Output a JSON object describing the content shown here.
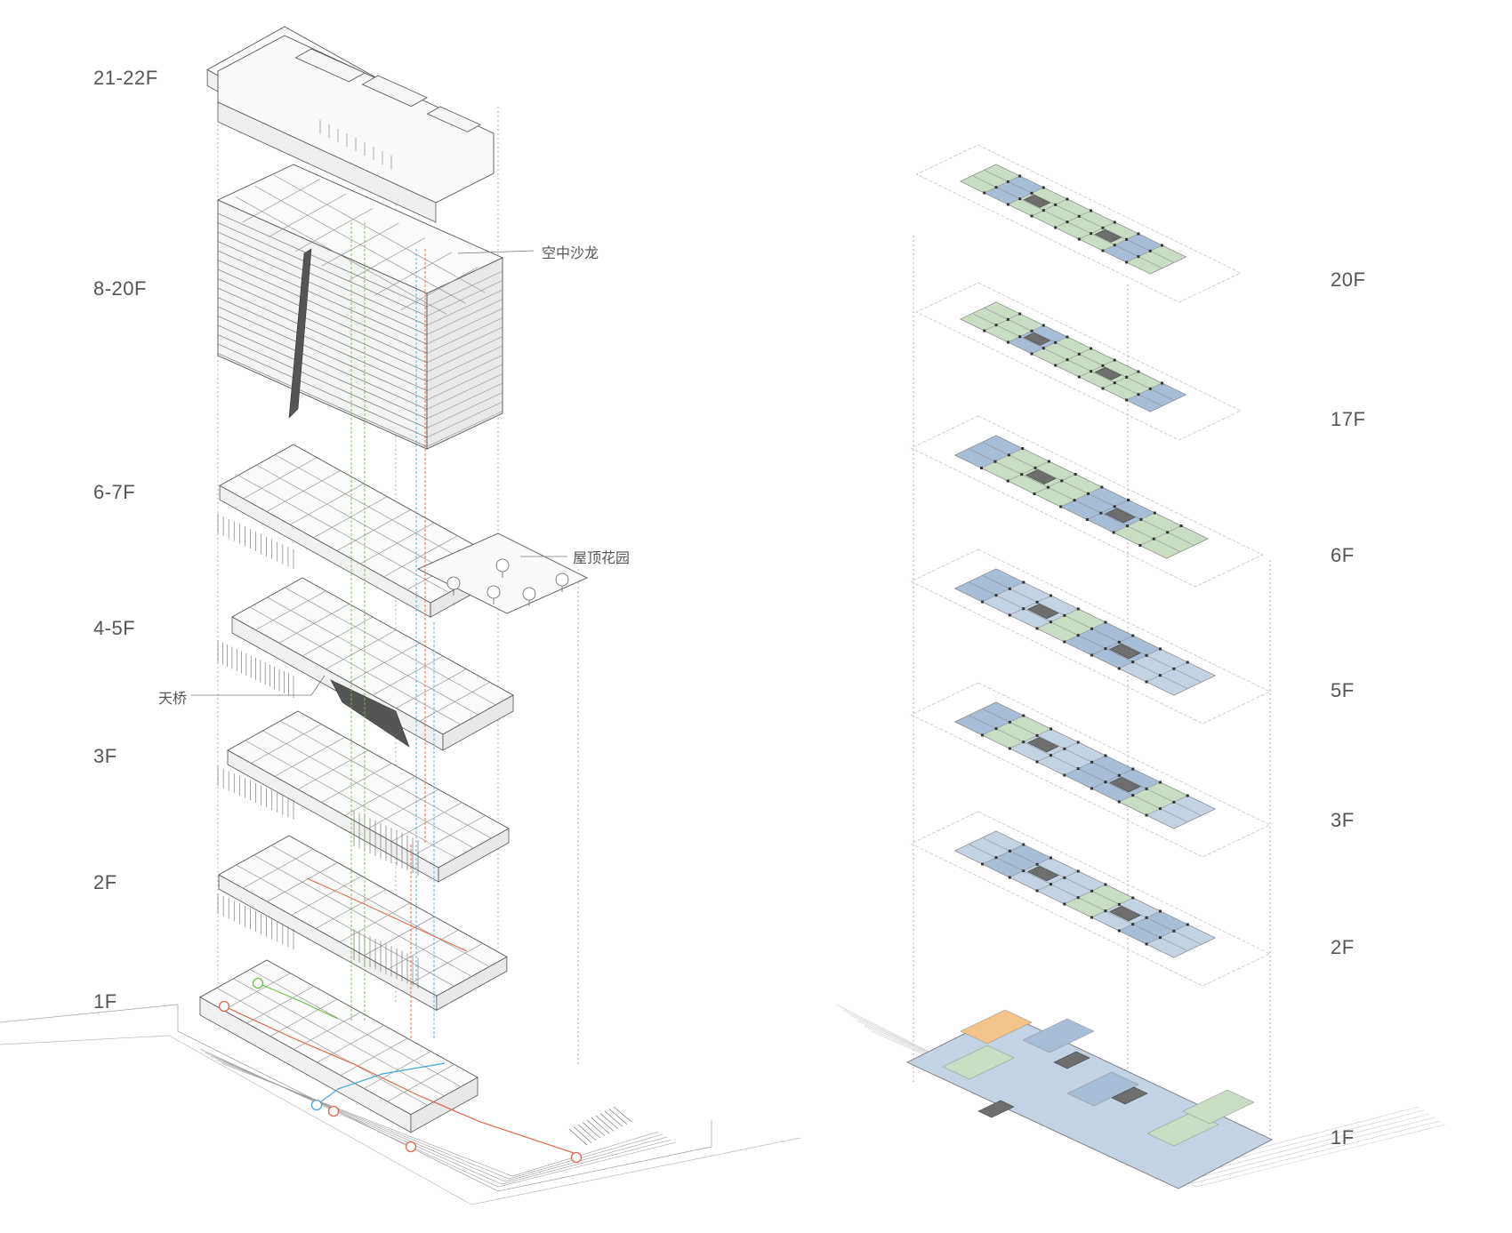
{
  "left_axon": {
    "floor_labels": [
      "21-22F",
      "8-20F",
      "6-7F",
      "4-5F",
      "3F",
      "2F",
      "1F"
    ],
    "callouts": {
      "sky_salon": "空中沙龙",
      "roof_garden": "屋顶花园",
      "sky_bridge": "天桥"
    },
    "route_colors": {
      "red": "#e0664a",
      "blue": "#4aa8d8",
      "green": "#6fbf4a"
    }
  },
  "right_plans": {
    "floor_labels": [
      "20F",
      "17F",
      "6F",
      "5F",
      "3F",
      "2F",
      "1F"
    ],
    "zone_colors": {
      "green": "#c9dcc4",
      "blue": "#a8bdd6",
      "lightblue": "#c3d3e3",
      "dark": "#6e6e6e",
      "orange": "#f2c48a"
    }
  }
}
